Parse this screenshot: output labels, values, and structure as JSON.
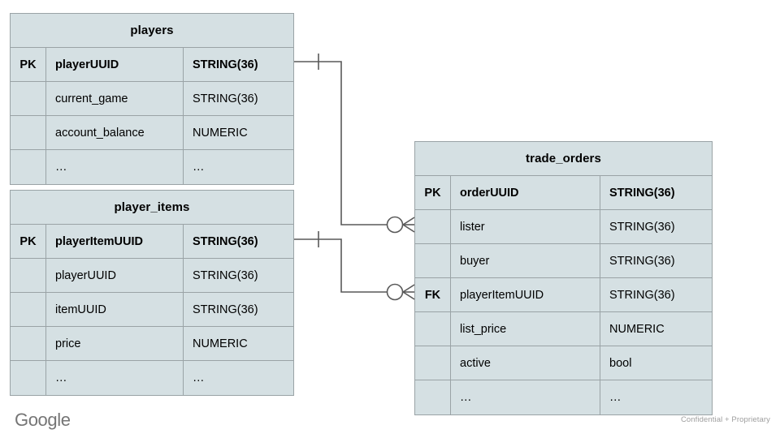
{
  "diagram": {
    "type": "entity-relationship-diagram",
    "notation": "crow's foot",
    "background_color": "#ffffff",
    "entity_fill": "#d5e0e3",
    "entity_border": "#9aa3a6",
    "line_color": "#595959",
    "entities": [
      {
        "id": "players",
        "title": "players",
        "columns": [
          {
            "key": "PK",
            "name": "playerUUID",
            "type": "STRING(36)",
            "primary": true
          },
          {
            "key": "",
            "name": "current_game",
            "type": "STRING(36)",
            "primary": false
          },
          {
            "key": "",
            "name": "account_balance",
            "type": "NUMERIC",
            "primary": false
          },
          {
            "key": "",
            "name": "…",
            "type": "…",
            "primary": false
          }
        ]
      },
      {
        "id": "player_items",
        "title": "player_items",
        "columns": [
          {
            "key": "PK",
            "name": "playerItemUUID",
            "type": "STRING(36)",
            "primary": true
          },
          {
            "key": "",
            "name": "playerUUID",
            "type": "STRING(36)",
            "primary": false
          },
          {
            "key": "",
            "name": "itemUUID",
            "type": "STRING(36)",
            "primary": false
          },
          {
            "key": "",
            "name": "price",
            "type": "NUMERIC",
            "primary": false
          },
          {
            "key": "",
            "name": "…",
            "type": "…",
            "primary": false
          }
        ]
      },
      {
        "id": "trade_orders",
        "title": "trade_orders",
        "columns": [
          {
            "key": "PK",
            "name": "orderUUID",
            "type": "STRING(36)",
            "primary": true
          },
          {
            "key": "",
            "name": "lister",
            "type": "STRING(36)",
            "primary": false
          },
          {
            "key": "",
            "name": "buyer",
            "type": "STRING(36)",
            "primary": false
          },
          {
            "key": "FK",
            "name": "playerItemUUID",
            "type": "STRING(36)",
            "primary": false
          },
          {
            "key": "",
            "name": "list_price",
            "type": "NUMERIC",
            "primary": false
          },
          {
            "key": "",
            "name": "active",
            "type": "bool",
            "primary": false
          },
          {
            "key": "",
            "name": "…",
            "type": "…",
            "primary": false
          }
        ]
      }
    ],
    "relationships": [
      {
        "id": "players-to-trade-orders",
        "from_entity": "players",
        "from_column": "playerUUID",
        "from_cardinality": "one",
        "to_entity": "trade_orders",
        "to_column": "lister",
        "to_cardinality": "zero-or-many"
      },
      {
        "id": "player-items-to-trade-orders",
        "from_entity": "player_items",
        "from_column": "playerItemUUID",
        "from_cardinality": "one",
        "to_entity": "trade_orders",
        "to_column": "playerItemUUID",
        "to_cardinality": "zero-or-many"
      }
    ]
  },
  "footer": {
    "logo_text": "Google",
    "note": "Confidential + Proprietary"
  }
}
